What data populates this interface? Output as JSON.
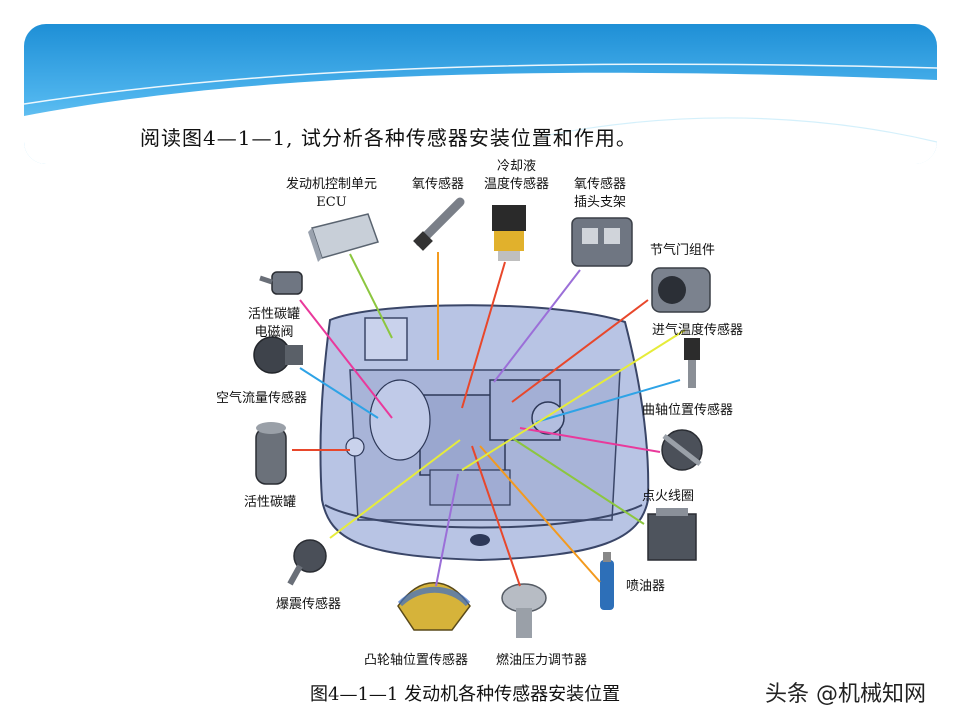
{
  "slide": {
    "title": "阅读图4—1—1, 试分析各种传感器安装位置和作用。",
    "caption": "图4—1—1 发动机各种传感器安装位置",
    "watermark": "头条 @机械知网"
  },
  "labels": {
    "ecu_line1": "发动机控制单元",
    "ecu_line2": "ECU",
    "o2": "氧传感器",
    "coolant_line1": "冷却液",
    "coolant_line2": "温度传感器",
    "o2_bracket_line1": "氧传感器",
    "o2_bracket_line2": "插头支架",
    "throttle": "节气门组件",
    "intake_temp": "进气温度传感器",
    "crank": "曲轴位置传感器",
    "coil": "点火线圈",
    "injector": "喷油器",
    "fuel_reg": "燃油压力调节器",
    "cam": "凸轮轴位置传感器",
    "knock": "爆震传感器",
    "canister": "活性碳罐",
    "maf": "空气流量传感器",
    "canister_valve_line1": "活性碳罐",
    "canister_valve_line2": "电磁阀"
  },
  "colors": {
    "banner_top": "#1e8fd6",
    "banner_bottom": "#7fd0f5",
    "car_fill": "#b8c4e4",
    "car_stroke": "#3a4668",
    "leader_green": "#8cc63f",
    "leader_orange": "#f39a1e",
    "leader_red": "#e8472b",
    "leader_purple": "#9b6fd8",
    "leader_yellow": "#e6ec3a",
    "leader_blue": "#2ea3e6",
    "leader_pink": "#e9399b"
  }
}
